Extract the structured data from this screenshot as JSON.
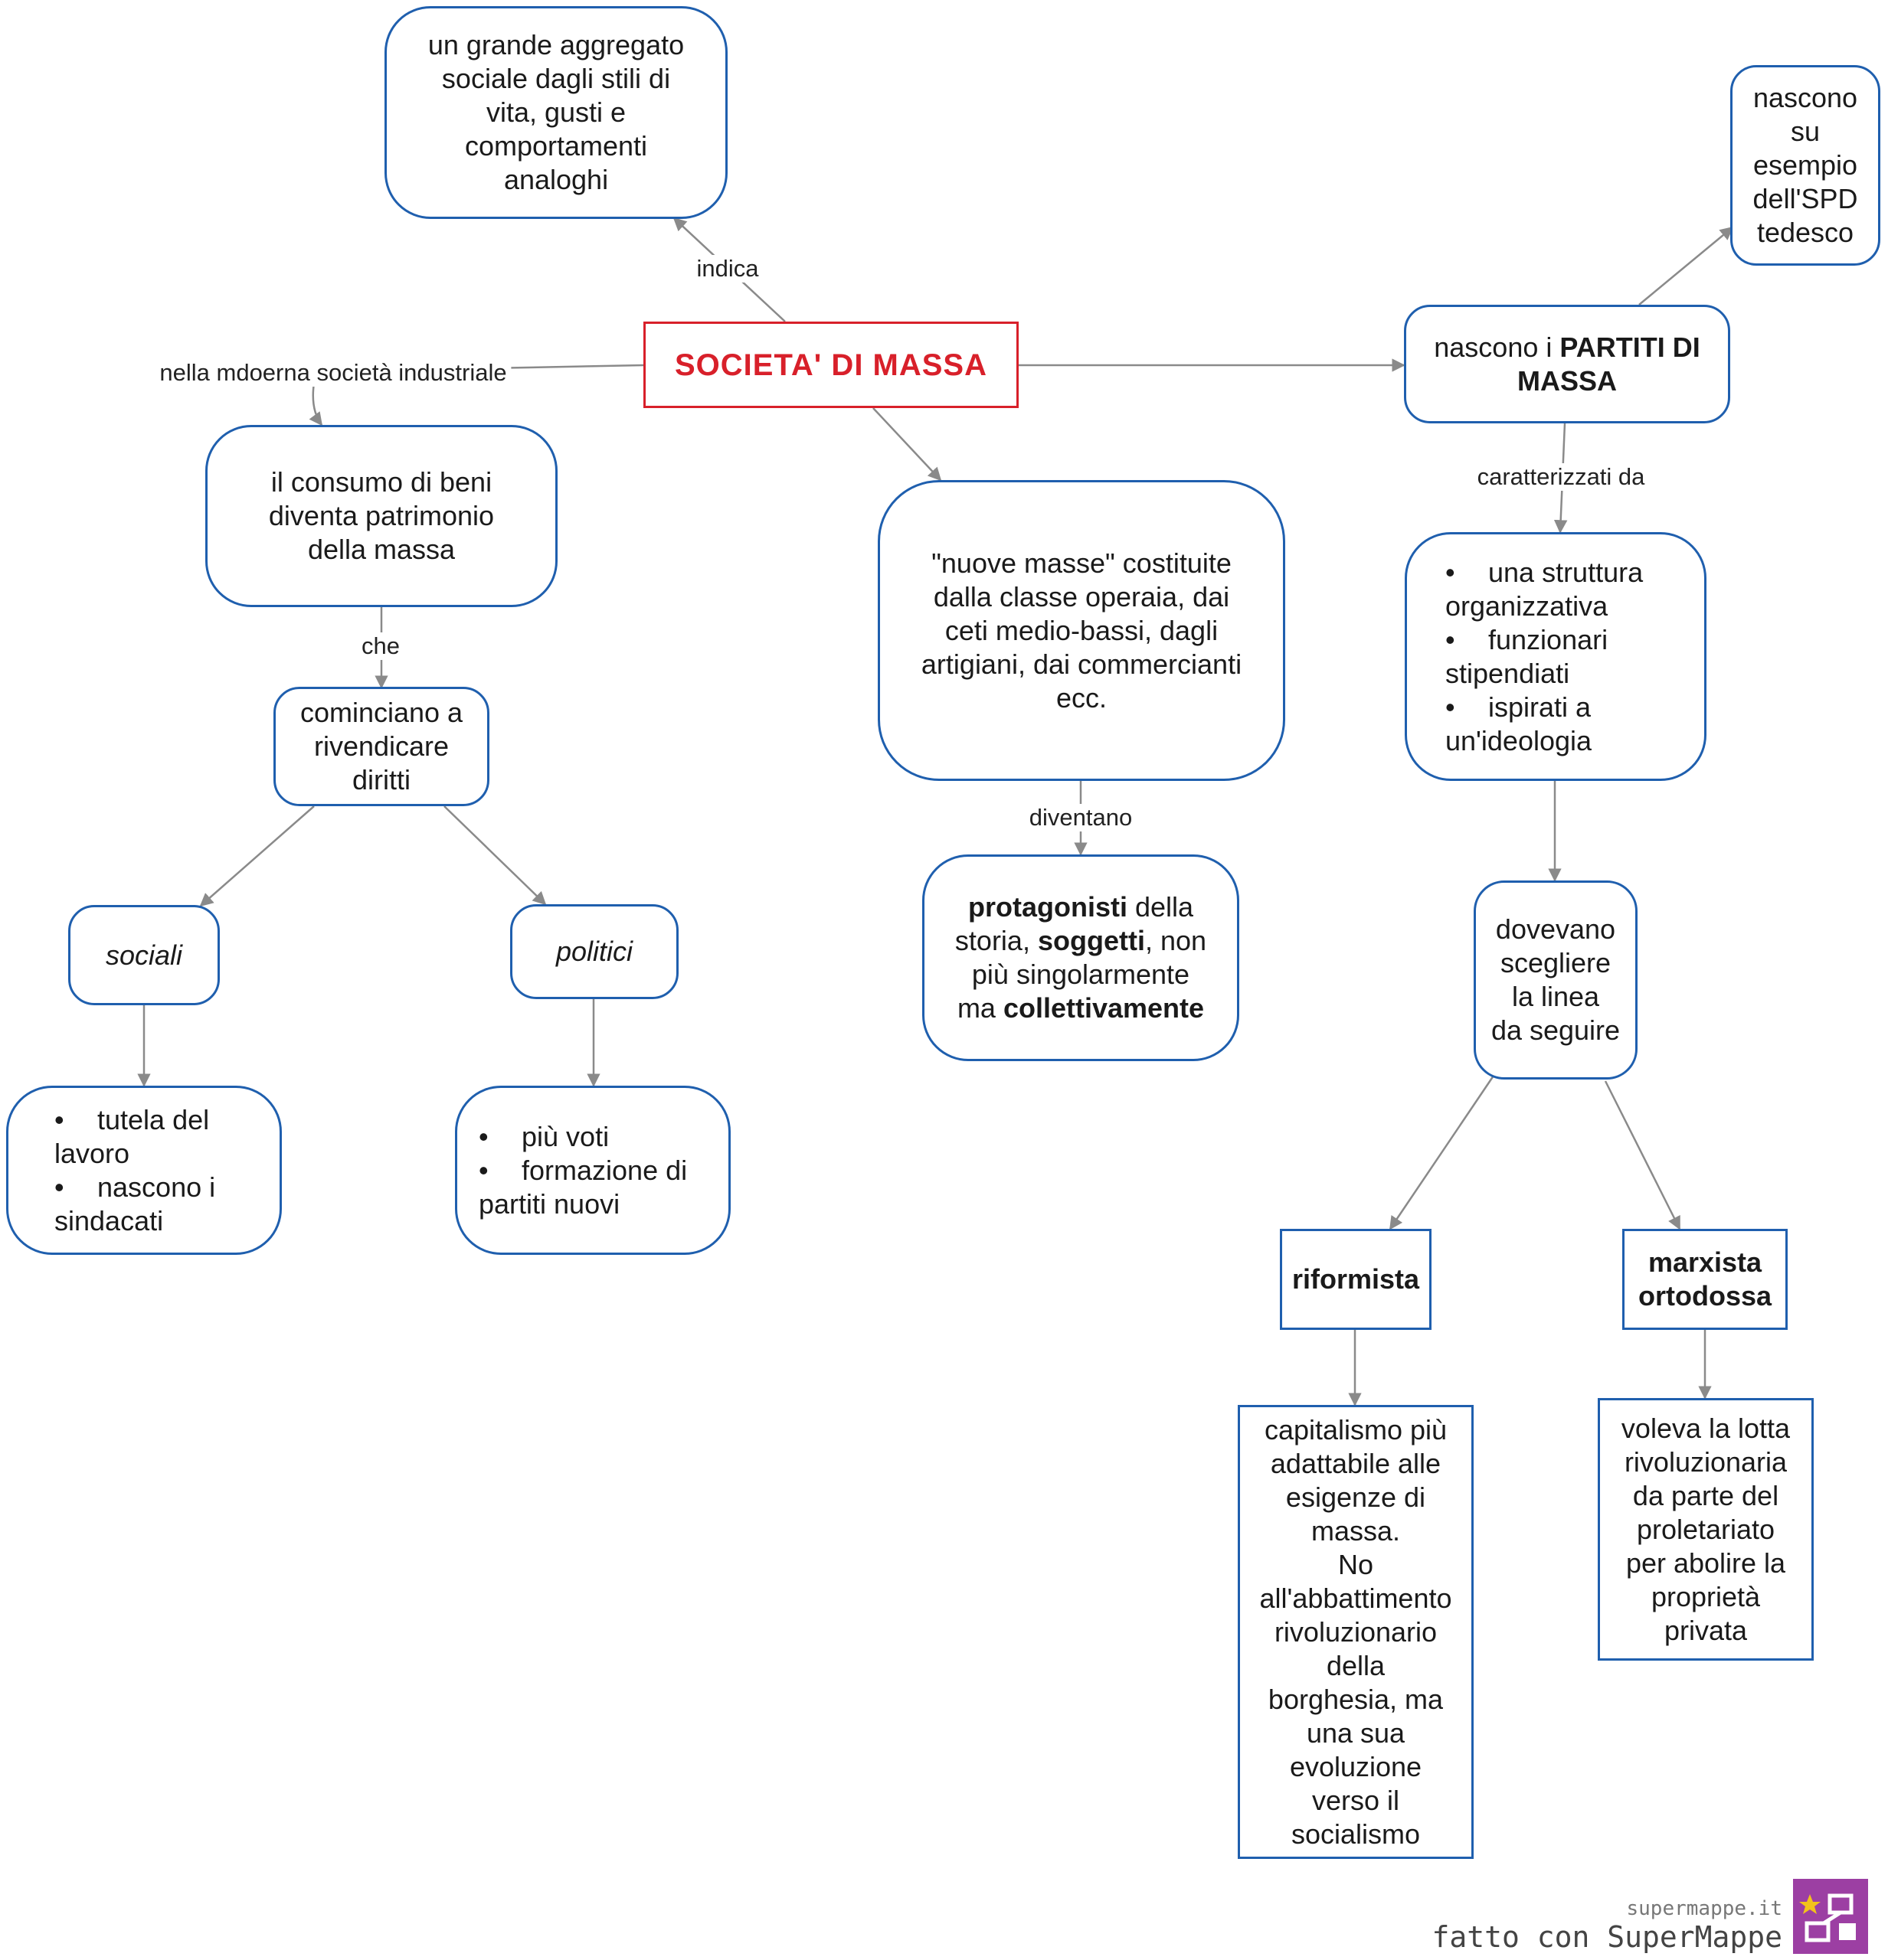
{
  "root": {
    "label": "SOCIETA'  DI MASSA"
  },
  "nodes": {
    "aggregato": [
      "un grande aggregato",
      "sociale dagli stili di",
      "vita, gusti e",
      "comportamenti",
      "analoghi"
    ],
    "consumo": [
      "il consumo di beni",
      "diventa patrimonio",
      "della massa"
    ],
    "rivendicare": [
      "cominciano a",
      "rivendicare",
      "diritti"
    ],
    "sociali": "sociali",
    "politici": "politici",
    "sociali_list": [
      "tutela del",
      "lavoro",
      "nascono i",
      "sindacati"
    ],
    "politici_list": [
      "più voti",
      "formazione di",
      "partiti nuovi"
    ],
    "nuove_masse": [
      "\"nuove masse\" costituite",
      "dalla classe operaia, dai",
      "ceti medio-bassi, dagli",
      "artigiani, dai commercianti",
      "ecc."
    ],
    "protagonisti": {
      "p1_bold": "protagonisti",
      "p1_rest": "della",
      "p2_start": "storia,",
      "p2_bold": "soggetti",
      "p2_rest": ", non",
      "p3": "più singolarmente",
      "p4_start": "ma",
      "p4_bold": "collettivamente"
    },
    "partiti": {
      "prefix": "nascono i",
      "bold1": "PARTITI DI",
      "bold2": "MASSA"
    },
    "spd": [
      "nascono",
      "su",
      "esempio",
      "dell'SPD",
      "tedesco"
    ],
    "struttura_list": [
      "una struttura",
      "organizzativa",
      "funzionari",
      "stipendiati",
      "ispirati a",
      "un'ideologia"
    ],
    "linea": [
      "dovevano",
      "scegliere",
      "la linea",
      "da seguire"
    ],
    "riformista": "riformista",
    "marxista": [
      "marxista",
      "ortodossa"
    ],
    "capitalismo": [
      "capitalismo più",
      "adattabile alle",
      "esigenze di",
      "massa.",
      "No",
      "all'abbattimento",
      "rivoluzionario",
      "della",
      "borghesia, ma",
      "una sua",
      "evoluzione",
      "verso il",
      "socialismo"
    ],
    "lotta": [
      "voleva la lotta",
      "rivoluzionaria",
      "da parte del",
      "proletariato",
      "per abolire la",
      "proprietà",
      "privata"
    ]
  },
  "edge_labels": {
    "indica": "indica",
    "industriale": "nella mdoerna società industriale",
    "che": "che",
    "diventano": "diventano",
    "caratterizzati": "caratterizzati da"
  },
  "branding": {
    "url": "supermappe.it",
    "made_with": "fatto con SuperMappe"
  },
  "colors": {
    "node_border": "#1f5fae",
    "root_border": "#d8202a",
    "edge": "#8a8a8a",
    "logo": "#9c3fa3"
  }
}
